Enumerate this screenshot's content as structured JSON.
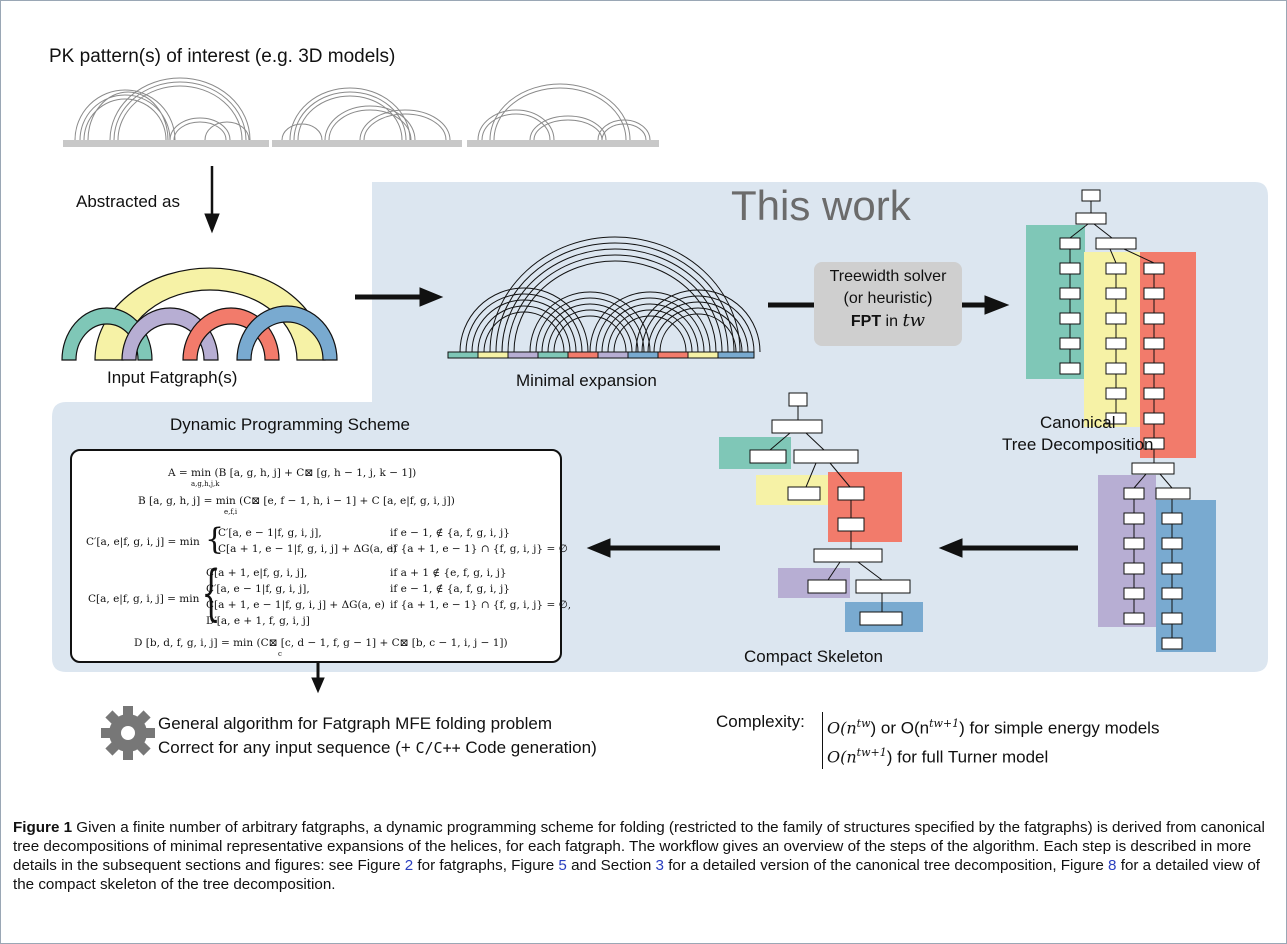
{
  "labels": {
    "pk_title": "PK pattern(s) of interest (e.g. 3D models)",
    "abstracted_as": "Abstracted as",
    "input_fatgraph": "Input Fatgraph(s)",
    "minimal_expansion": "Minimal expansion",
    "this_work": "This work",
    "treewidth_line1": "Treewidth solver",
    "treewidth_line2": "(or heuristic)",
    "fpt": "FPT",
    "fpt_in": " in ",
    "tw": "tw",
    "canonical_line1": "Canonical",
    "canonical_line2": "Tree Decomposition",
    "compact_skeleton": "Compact Skeleton",
    "dp_scheme": "Dynamic Programming Scheme",
    "general_line1": "General algorithm for Fatgraph MFE folding problem",
    "general_line2_a": "Correct for any input sequence (+ ",
    "general_line2_code": "C/C++",
    "general_line2_b": " Code generation)",
    "complexity_label": "Complexity:",
    "complexity_line1_a": "O(n",
    "complexity_line1_sup_a": "tw",
    "complexity_line1_b": ") or O(n",
    "complexity_line1_sup_b": "tw+1",
    "complexity_line1_c": ") for simple energy models",
    "complexity_line2_a": "O(n",
    "complexity_line2_sup": "tw+1",
    "complexity_line2_b": ") for full Turner model"
  },
  "equations": {
    "eq1": "A =  min  (B [a, g, h, j] + C⊠ [g, h − 1, j, k − 1])",
    "eq1_sub": "a,g,h,j,k",
    "eq2": "B [a, g, h, j] =  min  (C⊠ [e, f − 1, h, i − 1] + C [a, e|f, g, i, j])",
    "eq2_sub": "e,f,i",
    "eq3_lhs": "C′[a, e|f, g, i, j] = min",
    "eq3_r1": "C′[a, e − 1|f, g, i, j],",
    "eq3_c1": "if e − 1, ∉ {a, f, g, i, j}",
    "eq3_r2": "C[a + 1, e − 1|f, g, i, j] + ΔG(a, e)",
    "eq3_c2": "if {a + 1, e − 1} ∩ {f, g, i, j} = ∅",
    "eq4_lhs": "C[a, e|f, g, i, j] = min",
    "eq4_r1": "C[a + 1, e|f, g, i, j],",
    "eq4_c1": "if a + 1 ∉ {e, f, g, i, j}",
    "eq4_r2": "C′[a, e − 1|f, g, i, j],",
    "eq4_c2": "if e − 1, ∉ {a, f, g, i, j}",
    "eq4_r3": "C[a + 1, e − 1|f, g, i, j] + ΔG(a, e)",
    "eq4_c3": "if {a + 1, e − 1} ∩ {f, g, i, j} = ∅,",
    "eq4_r4": "D′[a, e + 1, f, g, i, j]",
    "eq5": "D [b, d, f, g, i, j] = min (C⊠ [c, d − 1, f, g − 1] + C⊠ [b, c − 1, i, j − 1])",
    "eq5_sub": "c"
  },
  "caption": {
    "label": "Figure 1",
    "t1": " Given a finite number of arbitrary fatgraphs, a dynamic programming scheme for folding (restricted to the family of structures specified by the fatgraphs) is derived from canonical tree decompositions of minimal representative expansions of the helices, for each fatgraph. The workflow gives an overview of the steps of the algorithm. Each step is described in more details in the subsequent sections and figures: see Figure ",
    "ref1": "2",
    "t2": " for fatgraphs, Figure ",
    "ref2": "5",
    "t3": " and Section ",
    "ref3": "3",
    "t4": " for a detailed version of the canonical tree decomposition,  Figure ",
    "ref4": "8",
    "t5": " for a detailed view of the compact skeleton of the tree decomposition."
  },
  "colors": {
    "teal": "#7fc7b7",
    "yellow": "#f6f2a6",
    "purple": "#b7aed3",
    "red": "#f27b6b",
    "blue": "#79aad0",
    "panel": "#dce6f0",
    "backbone": "#c8c8c8",
    "gear": "#777777"
  },
  "icons": {
    "gear": "gear-icon"
  }
}
